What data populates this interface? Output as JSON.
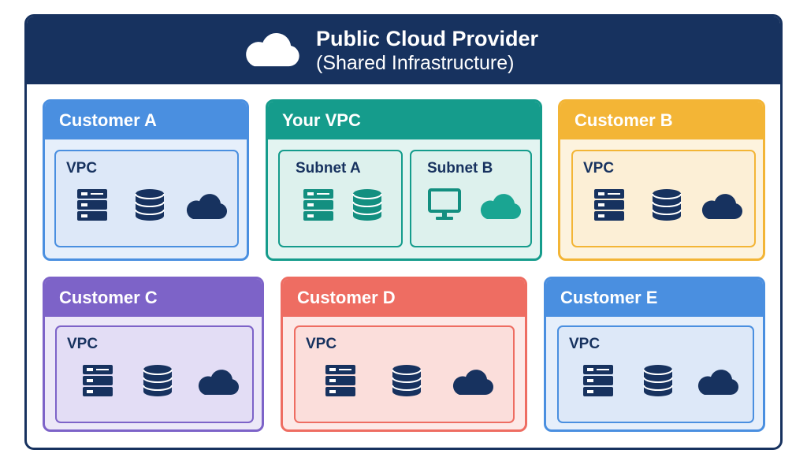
{
  "provider": {
    "title": "Public Cloud Provider",
    "subtitle": "(Shared Infrastructure)"
  },
  "colors": {
    "navy": "#17325f",
    "customer_a": "#4a8fe0",
    "your_vpc": "#159c8c",
    "customer_b": "#f3b536",
    "customer_c": "#7d63c8",
    "customer_d": "#ee6d62",
    "customer_e": "#4a8fe0"
  },
  "customers": {
    "a": {
      "name": "Customer A",
      "vpc_label": "VPC",
      "icons": [
        "server-icon",
        "database-icon",
        "cloud-icon"
      ]
    },
    "your": {
      "name": "Your VPC",
      "subnets": [
        {
          "label": "Subnet A",
          "icons": [
            "server-icon",
            "database-icon"
          ]
        },
        {
          "label": "Subnet B",
          "icons": [
            "monitor-icon",
            "cloud-icon"
          ]
        }
      ]
    },
    "b": {
      "name": "Customer B",
      "vpc_label": "VPC",
      "icons": [
        "server-icon",
        "database-icon",
        "cloud-icon"
      ]
    },
    "c": {
      "name": "Customer C",
      "vpc_label": "VPC",
      "icons": [
        "server-icon",
        "database-icon",
        "cloud-icon"
      ]
    },
    "d": {
      "name": "Customer D",
      "vpc_label": "VPC",
      "icons": [
        "server-icon",
        "database-icon",
        "cloud-icon"
      ]
    },
    "e": {
      "name": "Customer E",
      "vpc_label": "VPC",
      "icons": [
        "server-icon",
        "database-icon",
        "cloud-icon"
      ]
    }
  }
}
